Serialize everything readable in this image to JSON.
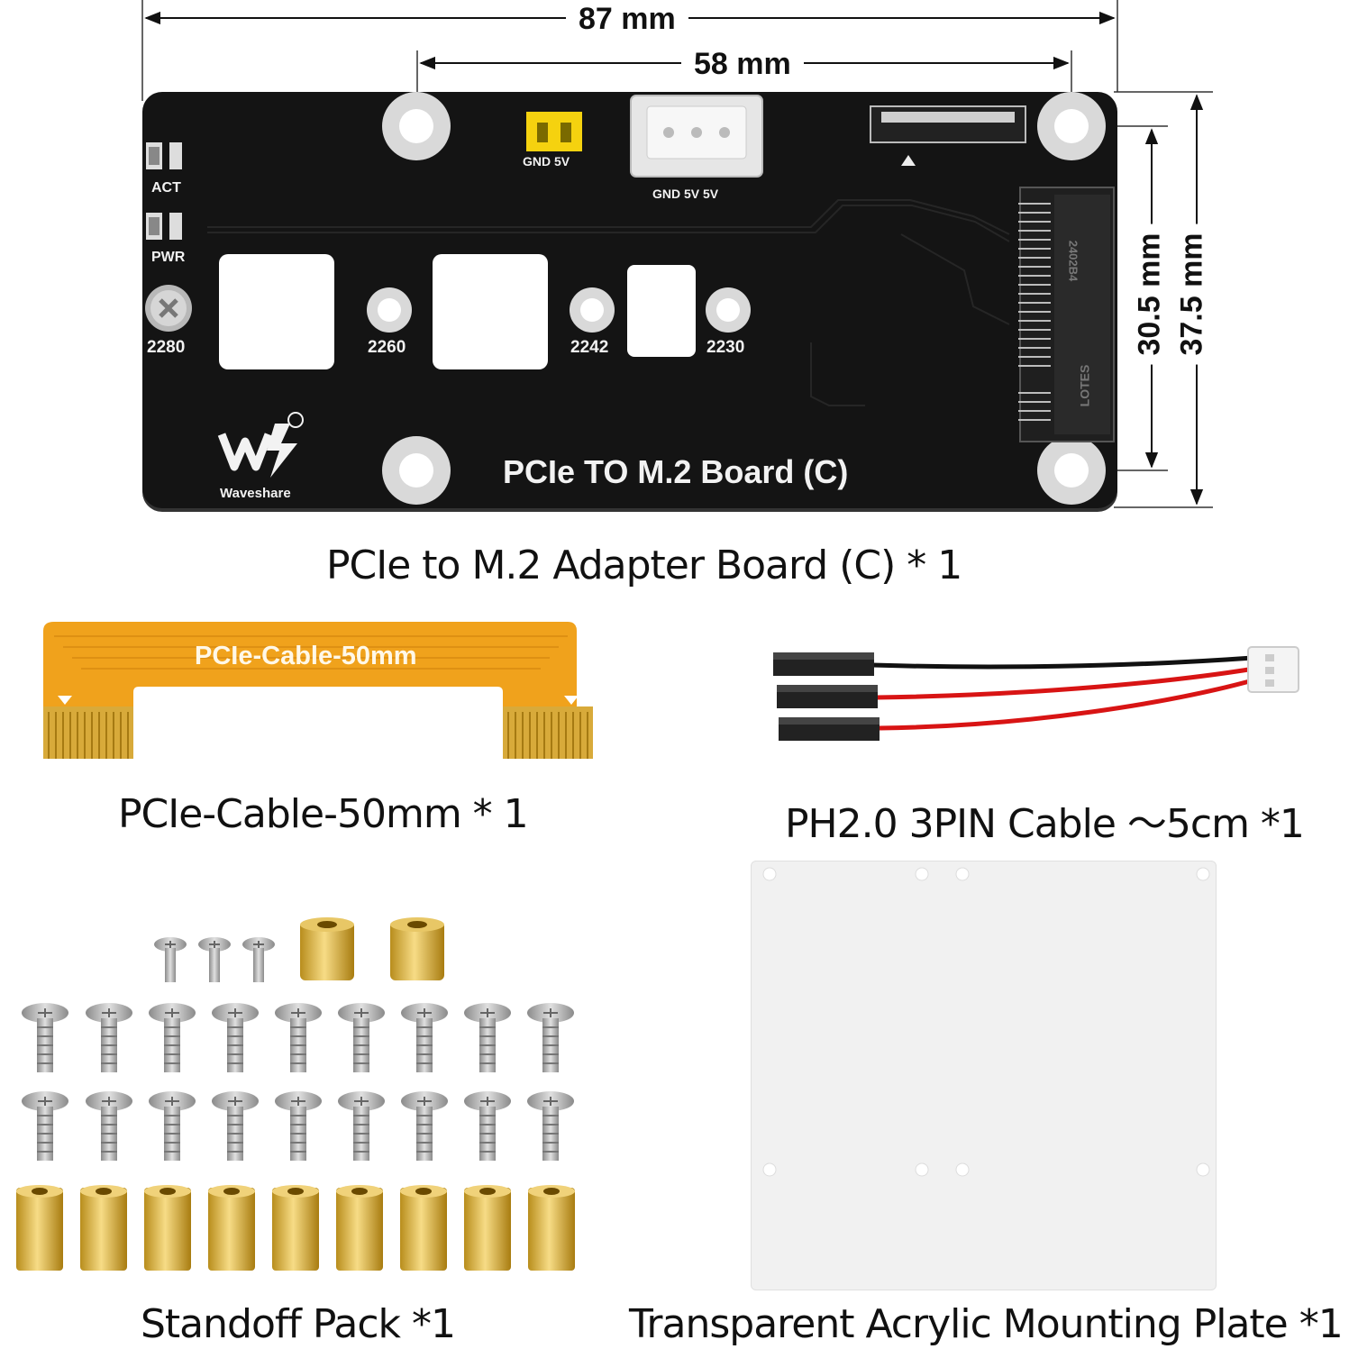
{
  "dimensions": {
    "board_width": "87 mm",
    "hole_spacing_x": "58 mm",
    "hole_spacing_y": "30.5 mm",
    "board_height": "37.5 mm"
  },
  "board": {
    "title": "PCIe TO M.2 Board (C)",
    "led_act": "ACT",
    "led_pwr": "PWR",
    "jumper_label": "GND 5V",
    "fan_label": "GND 5V 5V",
    "sizes": [
      "2280",
      "2260",
      "2242",
      "2230"
    ],
    "brand": "Waveshare",
    "connector_marking": "2402B4",
    "connector_brand": "LOTES",
    "color": "#111111"
  },
  "cable": {
    "label": "PCIe-Cable-50mm",
    "color": "#f0a21c"
  },
  "captions": {
    "adapter_board": "PCIe to M.2 Adapter Board (C) * 1",
    "pcie_cable": "PCIe-Cable-50mm * 1",
    "ph_cable": "PH2.0 3PIN Cable ～5cm *1",
    "standoff_pack": "Standoff Pack *1",
    "acrylic_plate": "Transparent Acrylic Mounting Plate *1"
  }
}
